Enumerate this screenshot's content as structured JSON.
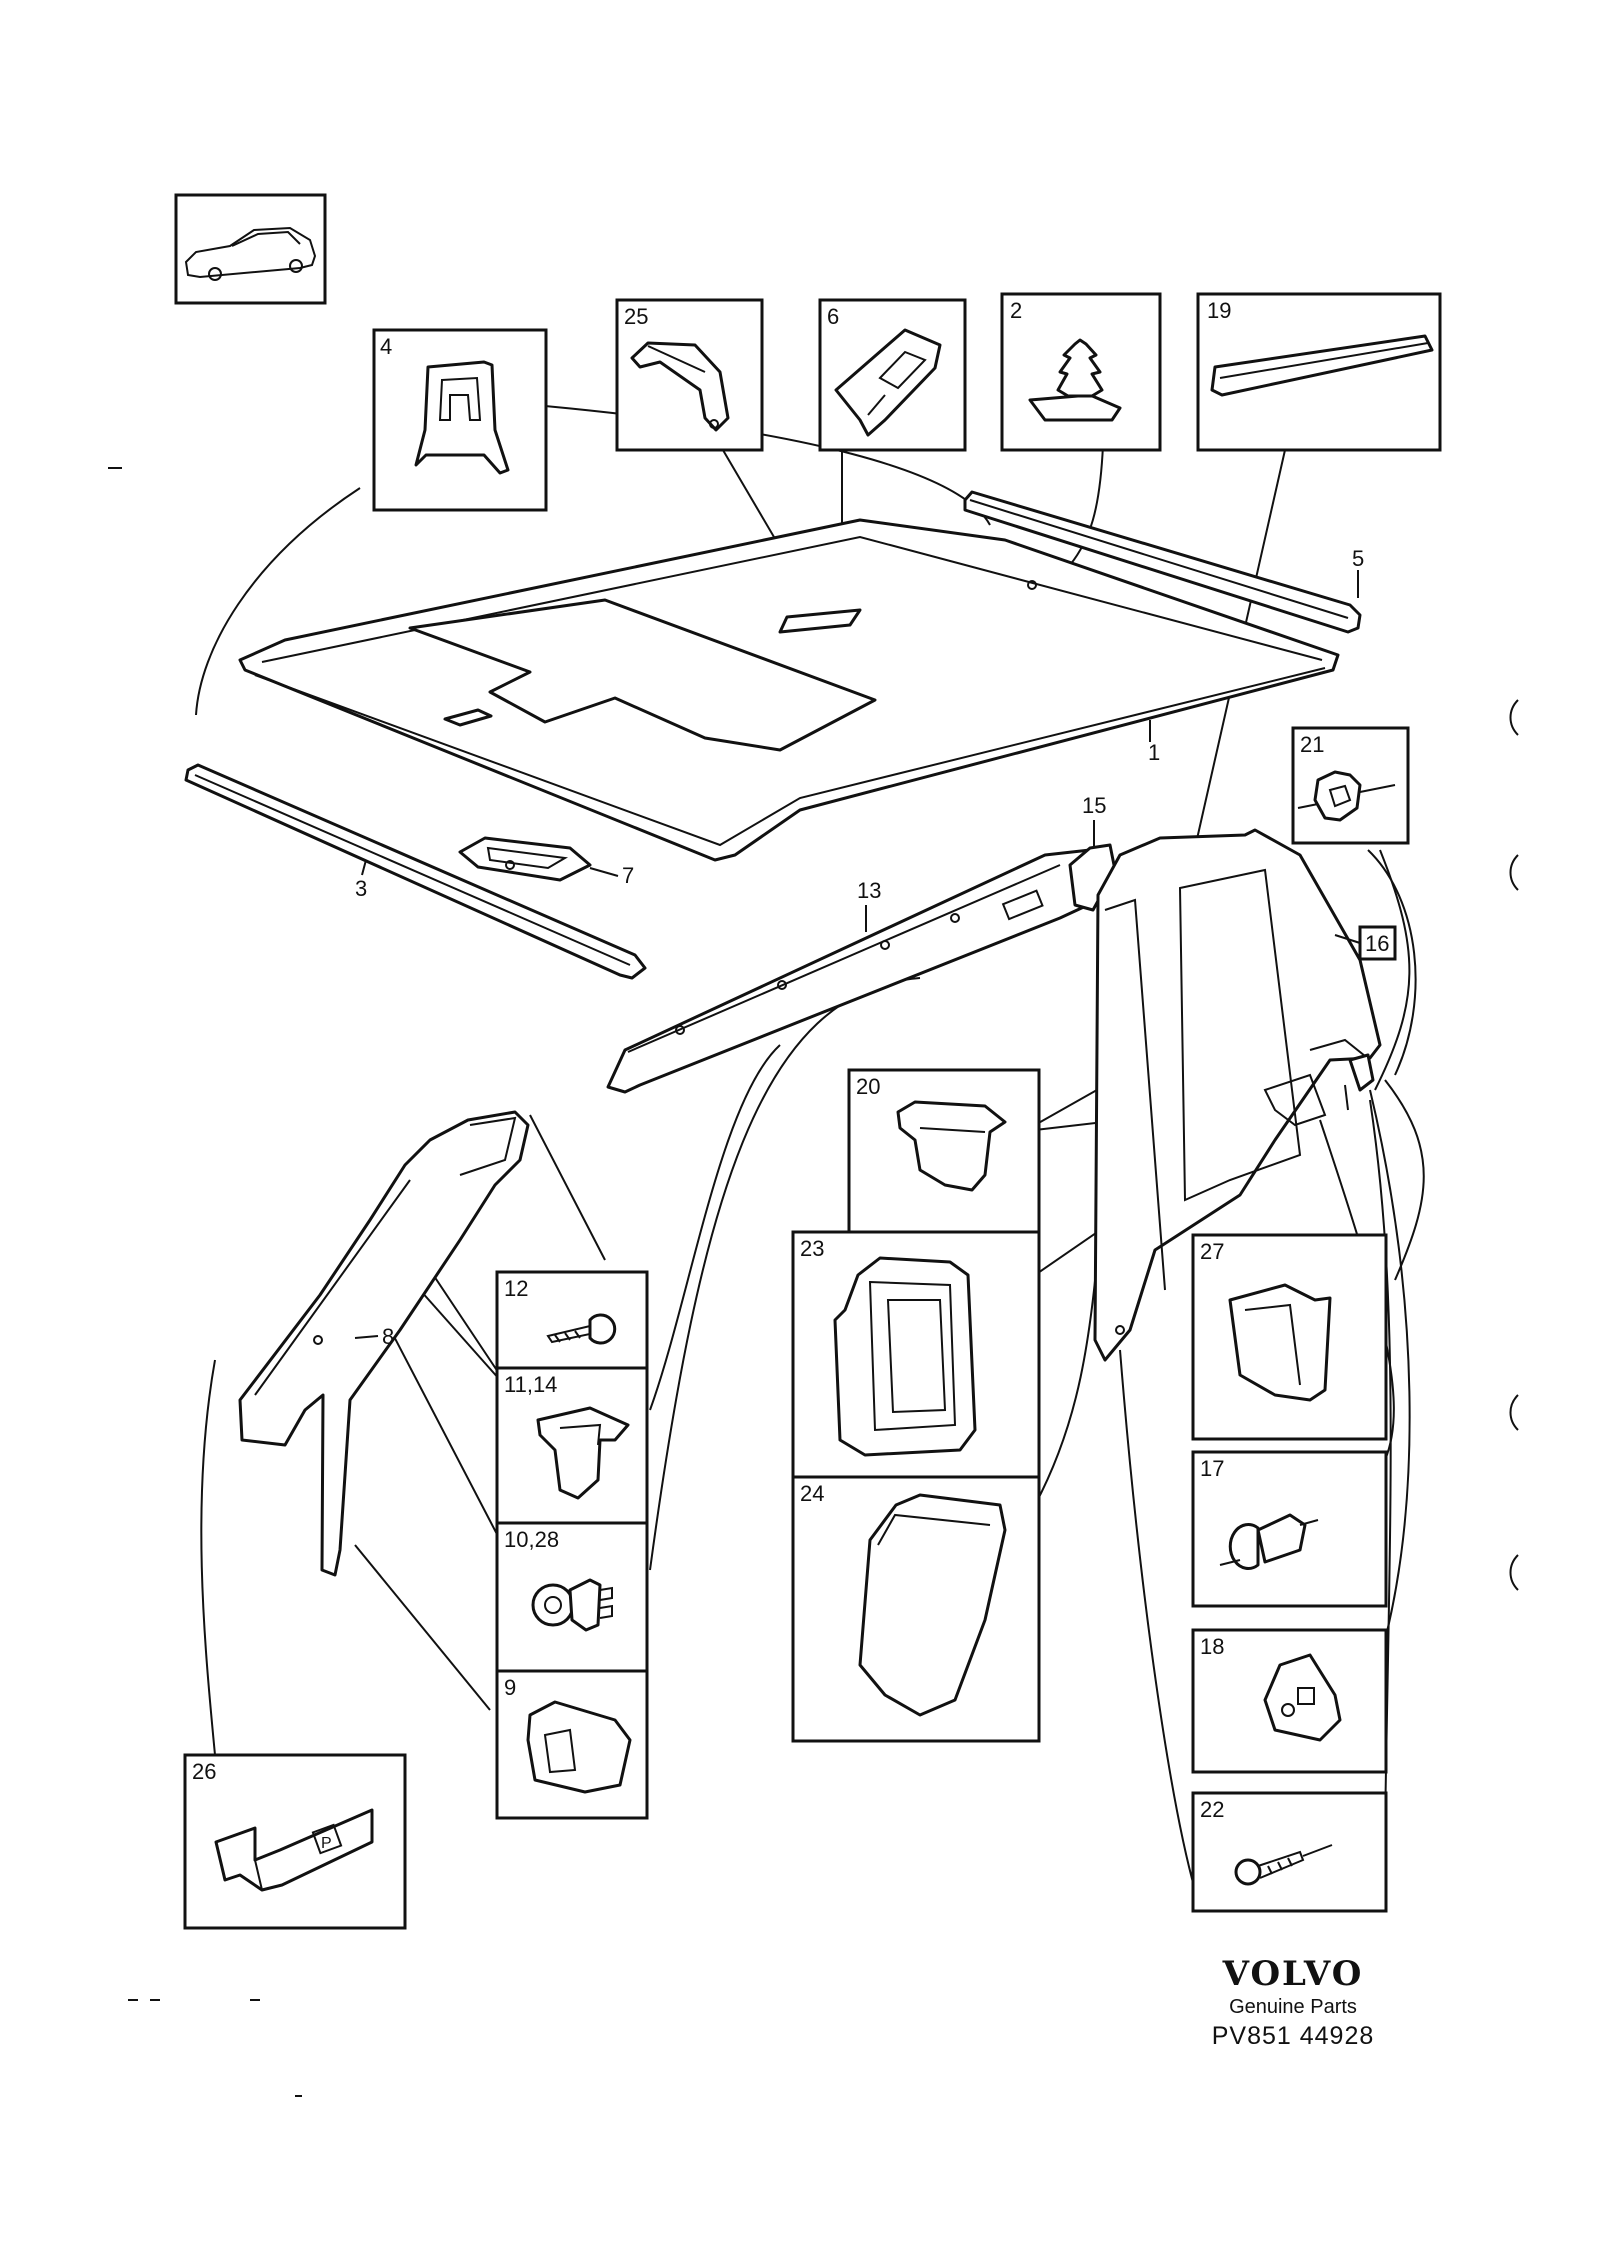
{
  "diagram": {
    "boxed_callouts": [
      {
        "id": "c4",
        "label": "4"
      },
      {
        "id": "c25",
        "label": "25"
      },
      {
        "id": "c6",
        "label": "6"
      },
      {
        "id": "c2",
        "label": "2"
      },
      {
        "id": "c19",
        "label": "19"
      },
      {
        "id": "c21",
        "label": "21"
      },
      {
        "id": "c20",
        "label": "20"
      },
      {
        "id": "c23",
        "label": "23"
      },
      {
        "id": "c24",
        "label": "24"
      },
      {
        "id": "c12",
        "label": "12"
      },
      {
        "id": "c11",
        "label": "11,14"
      },
      {
        "id": "c10",
        "label": "10,28"
      },
      {
        "id": "c9",
        "label": "9"
      },
      {
        "id": "c26",
        "label": "26"
      },
      {
        "id": "c27",
        "label": "27"
      },
      {
        "id": "c17",
        "label": "17"
      },
      {
        "id": "c18",
        "label": "18"
      },
      {
        "id": "c22",
        "label": "22"
      }
    ],
    "part_labels": [
      {
        "id": "p1",
        "label": "1"
      },
      {
        "id": "p3",
        "label": "3"
      },
      {
        "id": "p5",
        "label": "5"
      },
      {
        "id": "p7",
        "label": "7"
      },
      {
        "id": "p8",
        "label": "8"
      },
      {
        "id": "p13",
        "label": "13"
      },
      {
        "id": "p15",
        "label": "15"
      },
      {
        "id": "p16",
        "label": "16"
      }
    ],
    "letter_on_part_26": "P"
  },
  "footer": {
    "brand": "VOLVO",
    "subtitle": "Genuine Parts",
    "reference": "PV851 44928"
  }
}
